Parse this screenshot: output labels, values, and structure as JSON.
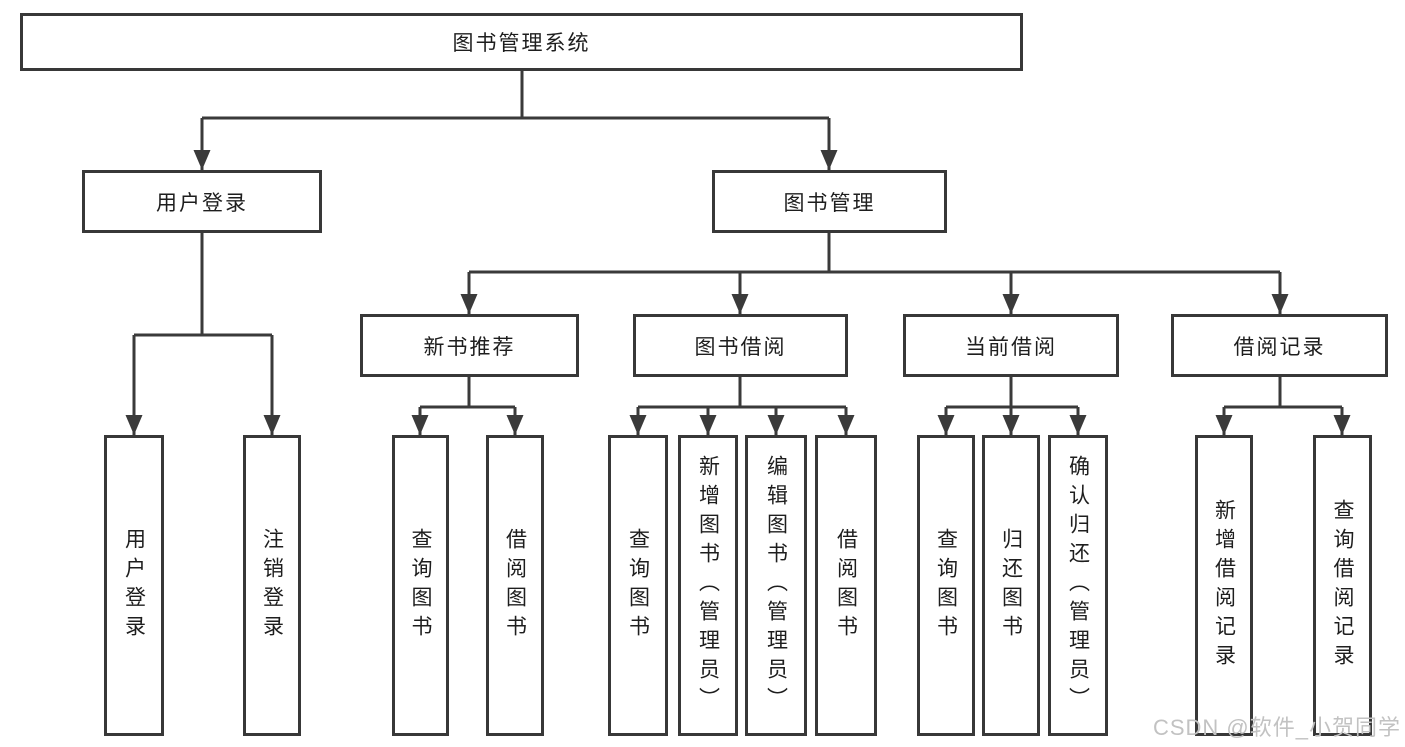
{
  "tree": {
    "root": {
      "label": "图书管理系统"
    },
    "branches": [
      {
        "label": "用户登录",
        "leaves": [
          {
            "label": "用户登录"
          },
          {
            "label": "注销登录"
          }
        ]
      },
      {
        "label": "图书管理",
        "groups": [
          {
            "label": "新书推荐",
            "leaves": [
              {
                "label": "查询图书"
              },
              {
                "label": "借阅图书"
              }
            ]
          },
          {
            "label": "图书借阅",
            "leaves": [
              {
                "label": "查询图书"
              },
              {
                "label": "新增图书（管理员）"
              },
              {
                "label": "编辑图书（管理员）"
              },
              {
                "label": "借阅图书"
              }
            ]
          },
          {
            "label": "当前借阅",
            "leaves": [
              {
                "label": "查询图书"
              },
              {
                "label": "归还图书"
              },
              {
                "label": "确认归还（管理员）"
              }
            ]
          },
          {
            "label": "借阅记录",
            "leaves": [
              {
                "label": "新增借阅记录"
              },
              {
                "label": "查询借阅记录"
              }
            ]
          }
        ]
      }
    ]
  },
  "watermark": {
    "text": "CSDN @软件_小贺同学"
  },
  "colors": {
    "line": "#3a3a3a",
    "node_border": "#383838",
    "text": "#1e1e1e",
    "watermark": "#c2c2c2",
    "background": "#ffffff"
  }
}
